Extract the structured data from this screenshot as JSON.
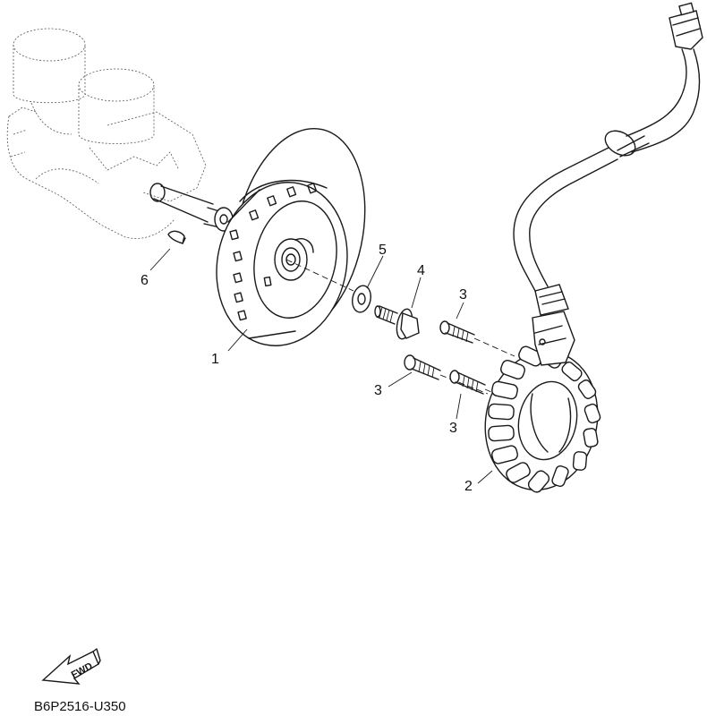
{
  "diagram": {
    "callouts": [
      {
        "id": "flywheel",
        "label": "1"
      },
      {
        "id": "stator",
        "label": "2"
      },
      {
        "id": "screw-a",
        "label": "3"
      },
      {
        "id": "screw-b",
        "label": "3"
      },
      {
        "id": "screw-c",
        "label": "3"
      },
      {
        "id": "bolt",
        "label": "4"
      },
      {
        "id": "washer",
        "label": "5"
      },
      {
        "id": "key",
        "label": "6"
      }
    ],
    "fwd_label": "FWD",
    "drawing_code": "B6P2516-U350"
  }
}
